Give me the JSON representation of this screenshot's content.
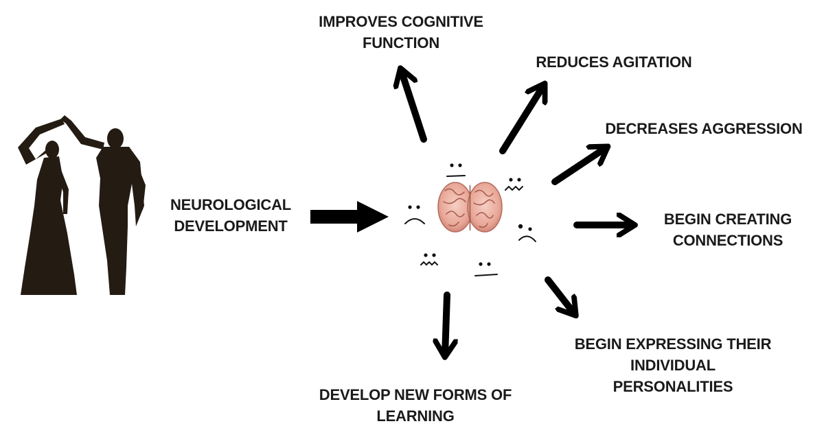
{
  "diagram": {
    "source": {
      "line1": "NEUROLOGICAL",
      "line2": "DEVELOPMENT"
    },
    "outcomes": [
      {
        "id": "cognitive",
        "lines": [
          "IMPROVES COGNITIVE",
          "FUNCTION"
        ]
      },
      {
        "id": "agitation",
        "lines": [
          "REDUCES AGITATION"
        ]
      },
      {
        "id": "aggression",
        "lines": [
          "DECREASES AGGRESSION"
        ]
      },
      {
        "id": "connections",
        "lines": [
          "BEGIN CREATING",
          "CONNECTIONS"
        ]
      },
      {
        "id": "personalities",
        "lines": [
          "BEGIN EXPRESSING THEIR",
          "INDIVIDUAL",
          "PERSONALITIES"
        ]
      },
      {
        "id": "learning",
        "lines": [
          "DEVELOP NEW FORMS OF",
          "LEARNING"
        ]
      }
    ],
    "icons": {
      "dancers": "dancing-couple-silhouette-icon",
      "brain": "brain-icon",
      "faces": "sad-face-icon"
    },
    "colors": {
      "text": "#1a1a1a",
      "arrow": "#000000",
      "silhouette": "#241b12",
      "brain": "#e8a797"
    }
  }
}
